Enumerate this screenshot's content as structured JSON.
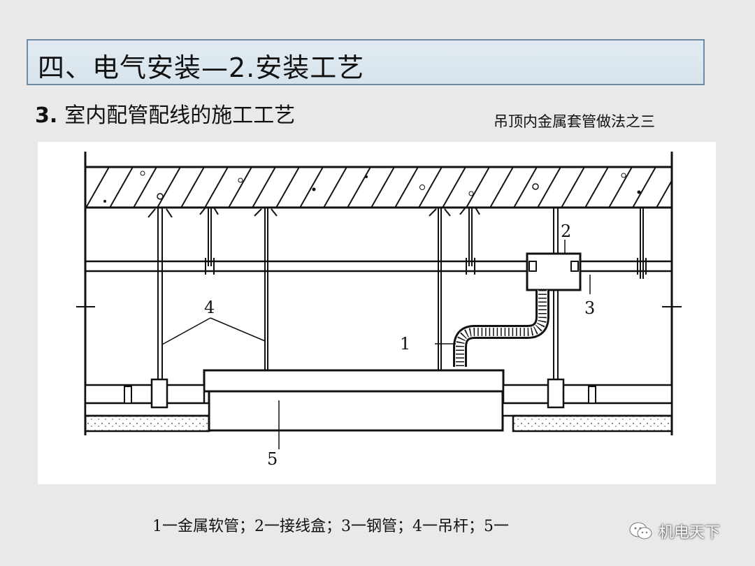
{
  "header": {
    "title": "四、电气安装—2.安装工艺"
  },
  "section": {
    "number": "3.",
    "title": "室内配管配线的施工工艺"
  },
  "figure": {
    "title": "吊顶内金属套管做法之三",
    "labels": [
      "1",
      "2",
      "3",
      "4",
      "5"
    ]
  },
  "caption": "1一金属软管；2一接线盒；3一钢管；4一吊杆；5一",
  "watermark": {
    "text": "机电天下",
    "icon": "wechat-icon"
  }
}
